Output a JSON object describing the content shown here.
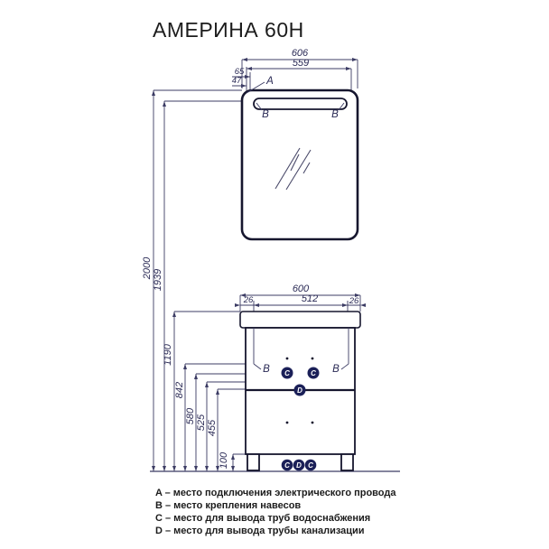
{
  "title": "АМЕРИНА 60Н",
  "mirror": {
    "width": "606",
    "inner_width": "559",
    "offset_65": "65",
    "offset_47": "47",
    "label_a": "A",
    "label_b_left": "B",
    "label_b_right": "B"
  },
  "cabinet": {
    "width": "600",
    "inner_width": "512",
    "overhang_left": "26",
    "overhang_right": "26",
    "label_b_left": "B",
    "label_b_right": "B",
    "label_c_left": "C",
    "label_c_right": "C",
    "label_d": "D",
    "bottom_c1": "C",
    "bottom_d": "D",
    "bottom_c2": "C"
  },
  "heights": {
    "h2000": "2000",
    "h1939": "1939",
    "h1190": "1190",
    "h842": "842",
    "h580": "580",
    "h525": "525",
    "h455": "455",
    "h100": "100"
  },
  "legend": {
    "a": "A – место подключения электрического провода",
    "b": "B – место крепления навесов",
    "c": "C – место для вывода труб водоснабжения",
    "d": "D – место для вывода трубы канализации"
  },
  "colors": {
    "line": "#3c3c64",
    "dark_line": "#16162e",
    "dim_text": "#2a2a55",
    "marker_fill": "#1b2058",
    "text": "#1c1c1c"
  }
}
